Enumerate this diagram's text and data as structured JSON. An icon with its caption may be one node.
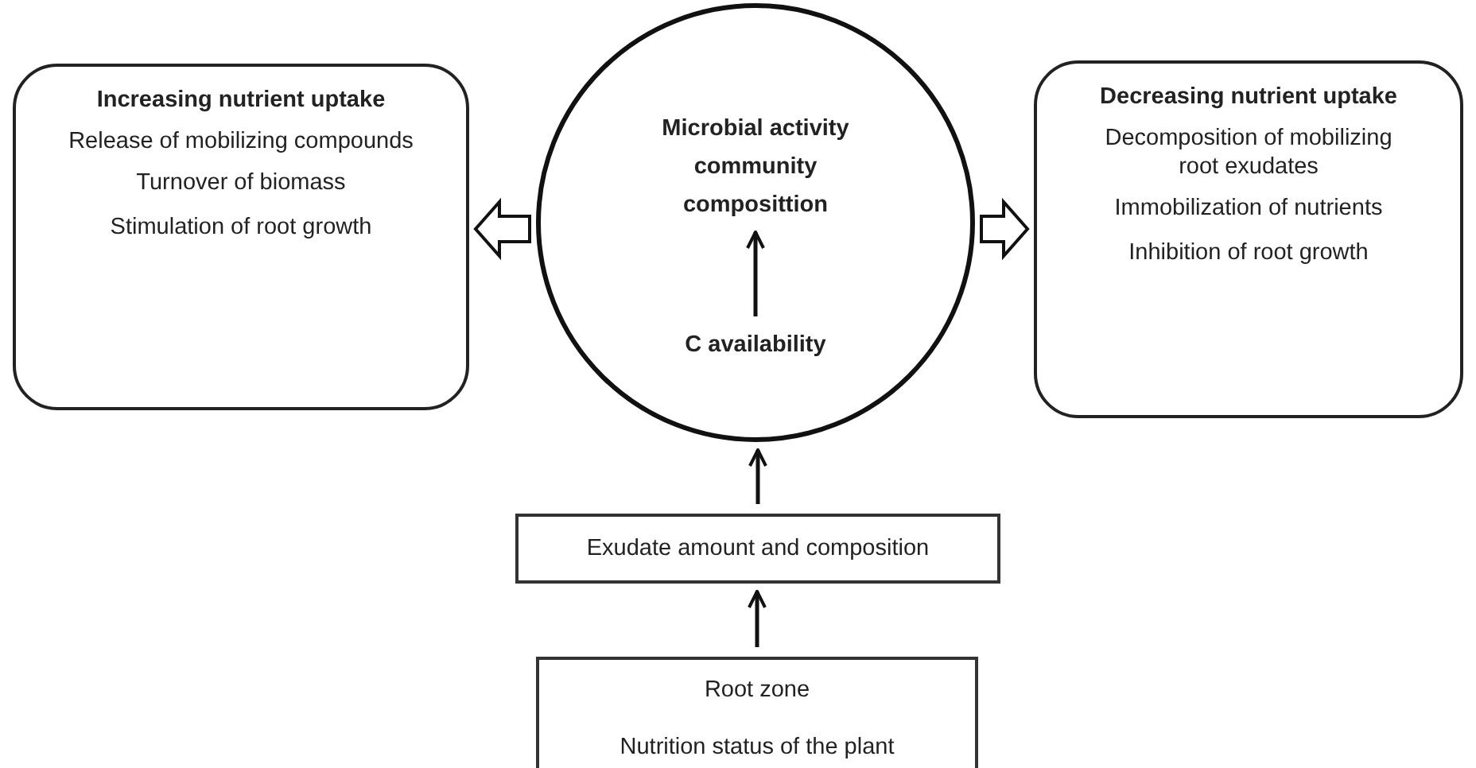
{
  "diagram": {
    "nodes": [
      {
        "text": [
          "Increasing nutrient uptake",
          "Release of mobilizing compounds",
          "Turnover of biomass",
          "Stimulation of root growth"
        ]
      },
      {
        "text": [],
        "shape": "circle"
      },
      {
        "text": [
          "Microbial activity community composittion"
        ],
        "in": 1
      },
      {
        "text": [
          "C availability"
        ],
        "in": 1
      },
      {
        "text": [
          "Decreasing nutrient uptake",
          "Decomposition of mobilizing root exudates",
          "Immobilization of nutrients",
          "Inhibition of root growth"
        ]
      },
      {
        "text": [
          "Exudate amount and composition"
        ]
      },
      {
        "text": [
          "Root zone",
          "Nutrition status of the plant"
        ]
      }
    ],
    "edges": [
      {
        "from": 1,
        "to": 0,
        "arrow": "to",
        "style": "thick"
      },
      {
        "from": 1,
        "to": 4,
        "arrow": "to",
        "style": "thick"
      },
      {
        "from": 3,
        "to": 2,
        "arrow": "to"
      },
      {
        "from": 5,
        "to": 1,
        "arrow": "to"
      },
      {
        "from": 6,
        "to": 5,
        "arrow": "to"
      }
    ]
  }
}
